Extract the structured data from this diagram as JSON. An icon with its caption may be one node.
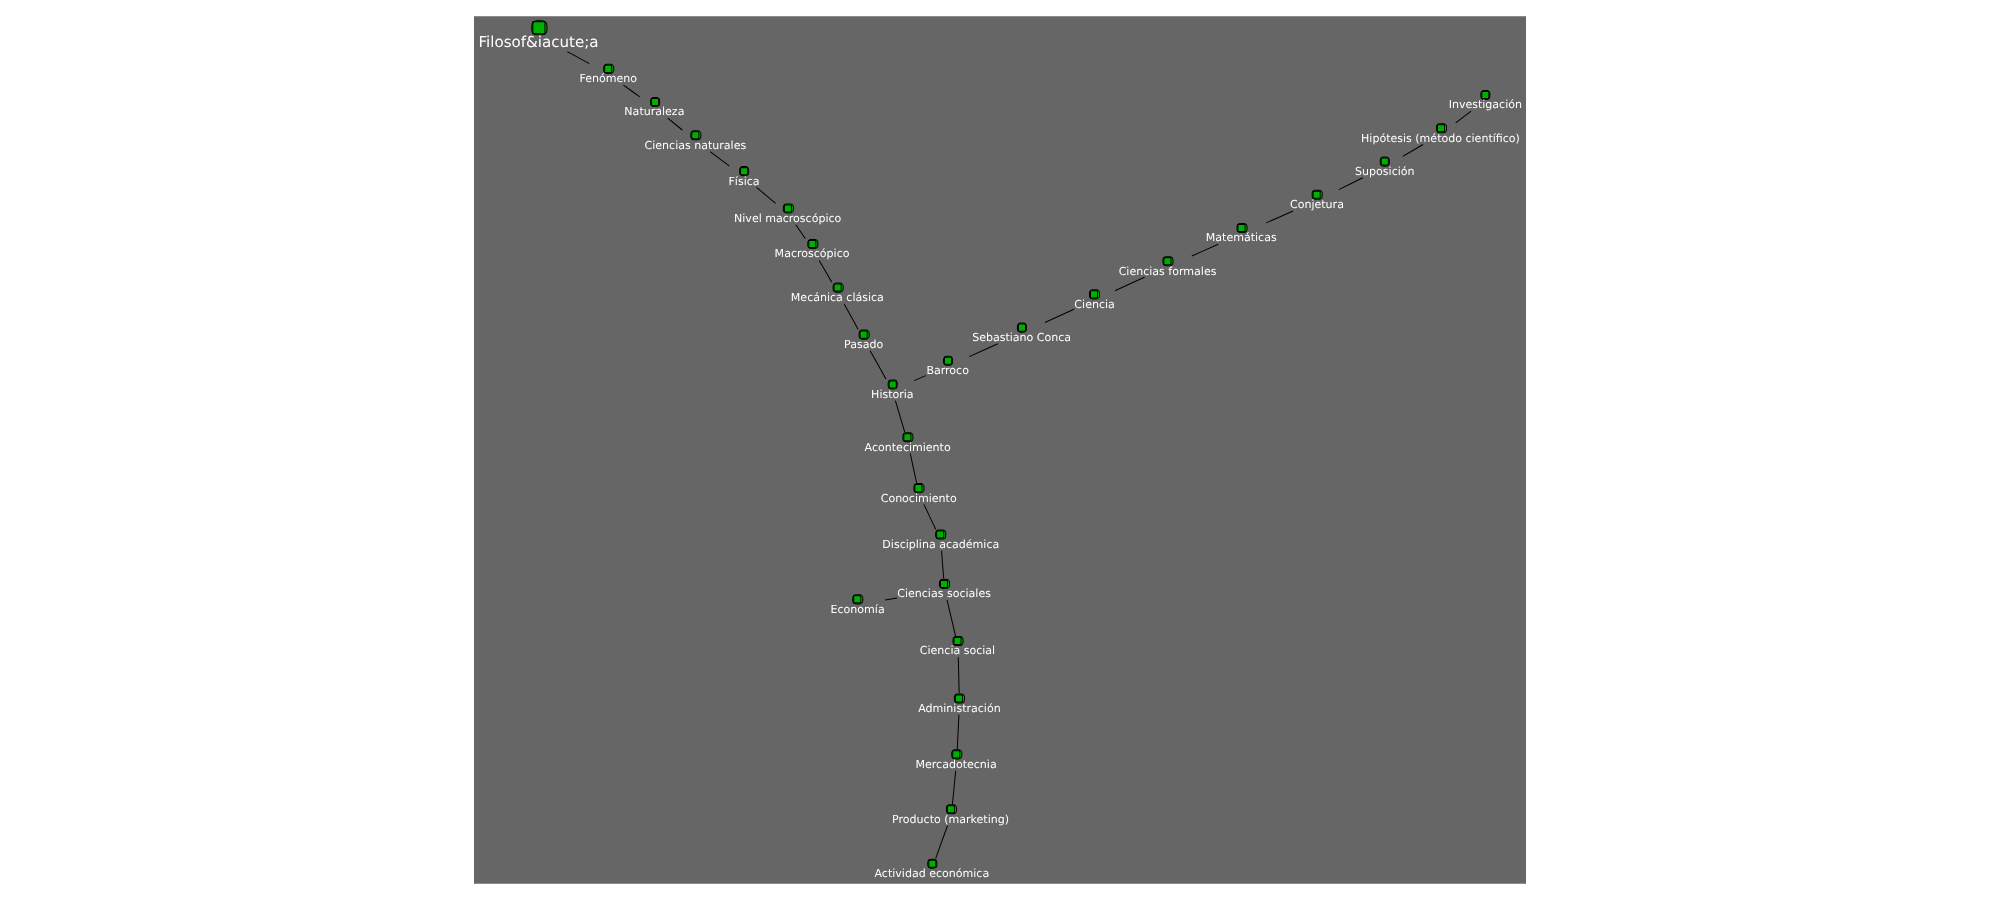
{
  "diagram": {
    "nodes": [
      {
        "text": [
          "Actividad económica"
        ]
      },
      {
        "text": [
          "Producto (marketing)"
        ]
      },
      {
        "text": [
          "Mercadotecnia"
        ]
      },
      {
        "text": [
          "Administración"
        ]
      },
      {
        "text": [
          "Ciencia social"
        ]
      },
      {
        "text": [
          "Economía"
        ]
      },
      {
        "text": [
          "Ciencias sociales"
        ]
      },
      {
        "text": [
          "Disciplina académica"
        ]
      },
      {
        "text": [
          "Conocimiento"
        ]
      },
      {
        "text": [
          "Acontecimiento"
        ]
      },
      {
        "text": [
          "Historia"
        ]
      },
      {
        "text": [
          "Pasado"
        ]
      },
      {
        "text": [
          "Mecánica clásica"
        ]
      },
      {
        "text": [
          "Macroscópico"
        ]
      },
      {
        "text": [
          "Nivel macroscópico"
        ]
      },
      {
        "text": [
          "Física"
        ]
      },
      {
        "text": [
          "Ciencias naturales"
        ]
      },
      {
        "text": [
          "Naturaleza"
        ]
      },
      {
        "text": [
          "Fenómeno"
        ]
      },
      {
        "text": [
          "Filosof&iacute;a"
        ]
      },
      {
        "text": [
          "Barroco"
        ]
      },
      {
        "text": [
          "Sebastiano Conca"
        ]
      },
      {
        "text": [
          "Ciencia"
        ]
      },
      {
        "text": [
          "Ciencias formales"
        ]
      },
      {
        "text": [
          "Matemáticas"
        ]
      },
      {
        "text": [
          "Conjetura"
        ]
      },
      {
        "text": [
          "Suposición"
        ]
      },
      {
        "text": [
          "Hipótesis (método científico)"
        ]
      },
      {
        "text": [
          "Investigación"
        ]
      }
    ],
    "edges": [
      {
        "from": 0,
        "to": 1,
        "arrow": "none"
      },
      {
        "from": 1,
        "to": 2,
        "arrow": "none"
      },
      {
        "from": 2,
        "to": 3,
        "arrow": "none"
      },
      {
        "from": 3,
        "to": 4,
        "arrow": "none"
      },
      {
        "from": 4,
        "to": 6,
        "arrow": "none"
      },
      {
        "from": 5,
        "to": 6,
        "arrow": "none"
      },
      {
        "from": 6,
        "to": 7,
        "arrow": "none"
      },
      {
        "from": 7,
        "to": 8,
        "arrow": "none"
      },
      {
        "from": 8,
        "to": 9,
        "arrow": "none"
      },
      {
        "from": 9,
        "to": 10,
        "arrow": "none"
      },
      {
        "from": 10,
        "to": 11,
        "arrow": "none"
      },
      {
        "from": 11,
        "to": 12,
        "arrow": "none"
      },
      {
        "from": 12,
        "to": 13,
        "arrow": "none"
      },
      {
        "from": 13,
        "to": 14,
        "arrow": "none"
      },
      {
        "from": 14,
        "to": 15,
        "arrow": "none"
      },
      {
        "from": 15,
        "to": 16,
        "arrow": "none"
      },
      {
        "from": 16,
        "to": 17,
        "arrow": "none"
      },
      {
        "from": 17,
        "to": 18,
        "arrow": "none"
      },
      {
        "from": 18,
        "to": 19,
        "arrow": "none"
      },
      {
        "from": 10,
        "to": 20,
        "arrow": "none"
      },
      {
        "from": 20,
        "to": 21,
        "arrow": "none"
      },
      {
        "from": 21,
        "to": 22,
        "arrow": "none"
      },
      {
        "from": 22,
        "to": 23,
        "arrow": "none"
      },
      {
        "from": 23,
        "to": 24,
        "arrow": "none"
      },
      {
        "from": 24,
        "to": 25,
        "arrow": "none"
      },
      {
        "from": 25,
        "to": 26,
        "arrow": "none"
      },
      {
        "from": 26,
        "to": 27,
        "arrow": "none"
      },
      {
        "from": 27,
        "to": 28,
        "arrow": "none"
      }
    ]
  }
}
